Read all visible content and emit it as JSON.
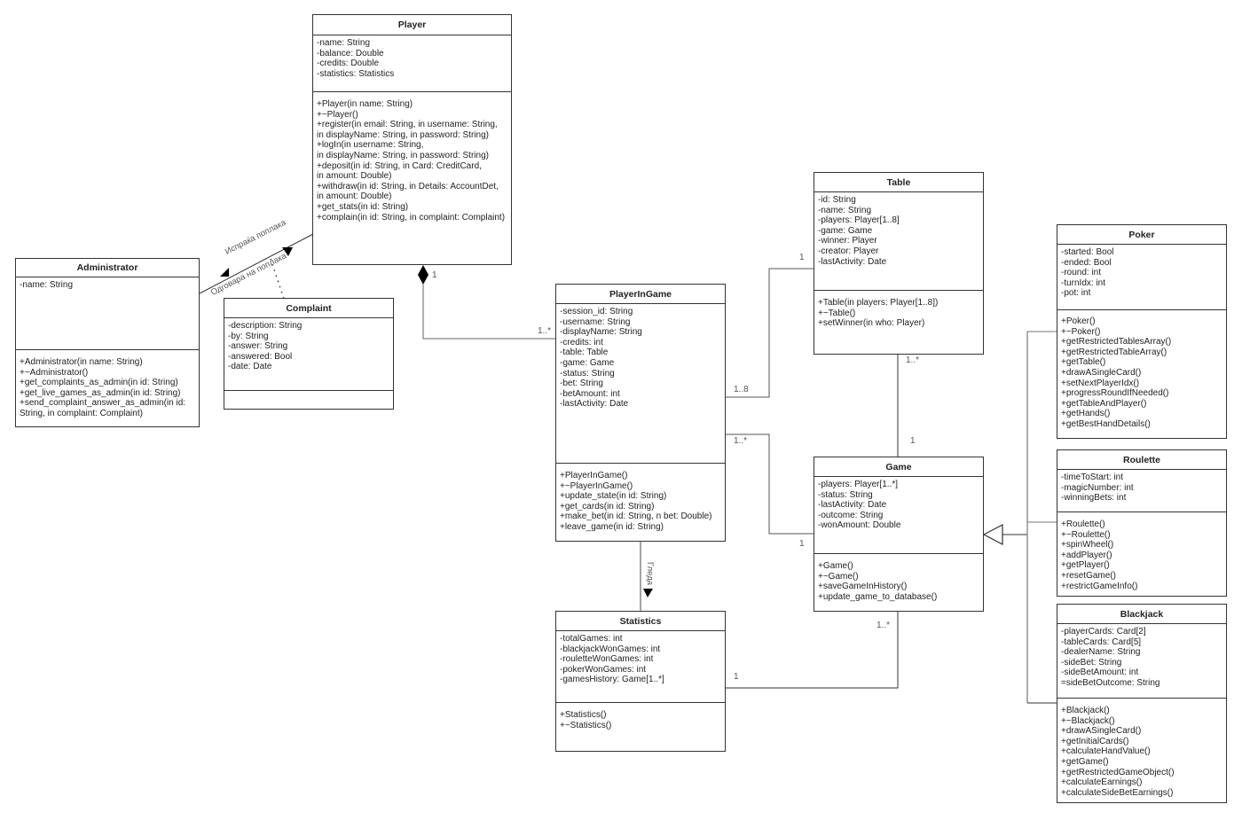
{
  "classes": {
    "player": {
      "name": "Player",
      "attributes": [
        "-name: String",
        "-balance: Double",
        "-credits: Double",
        "-statistics: Statistics"
      ],
      "operations": [
        "+Player(in name: String)",
        "+~Player()",
        "+register(in email: String, in username: String,",
        "in displayName: String, in password: String)",
        "+logIn(in username: String,",
        "in displayName: String, in password: String)",
        "+deposit(in id: String, in Card: CreditCard,",
        "in amount: Double)",
        "+withdraw(in id: String, in Details: AccountDet,",
        "in amount: Double)",
        "+get_stats(in id: String)",
        "+complain(in id: String, in complaint: Complaint)"
      ]
    },
    "administrator": {
      "name": "Administrator",
      "attributes": [
        "-name: String"
      ],
      "operations": [
        "+Administrator(in name: String)",
        "+~Administrator()",
        "+get_complaints_as_admin(in id: String)",
        "+get_live_games_as_admin(in id: String)",
        "+send_complaint_answer_as_admin(in id:",
        "String, in complaint: Complaint)"
      ]
    },
    "complaint": {
      "name": "Complaint",
      "attributes": [
        "-description: String",
        "-by: String",
        "-answer: String",
        "-answered: Bool",
        "-date: Date"
      ],
      "operations": []
    },
    "playeringame": {
      "name": "PlayerInGame",
      "attributes": [
        "-session_id: String",
        "-username: String",
        "-displayName: String",
        "-credits: int",
        "-table: Table",
        "-game: Game",
        "-status: String",
        "-bet: String",
        "-betAmount: int",
        "-lastActivity: Date"
      ],
      "operations": [
        "+PlayerInGame()",
        "+~PlayerInGame()",
        "+update_state(in id: String)",
        "+get_cards(in id: String)",
        "+make_bet(in id: String, n bet: Double)",
        "+leave_game(in id: String)"
      ]
    },
    "statistics": {
      "name": "Statistics",
      "attributes": [
        "-totalGames: int",
        "-blackjackWonGames: int",
        "-rouletteWonGames: int",
        "-pokerWonGames: int",
        "-gamesHistory: Game[1..*]"
      ],
      "operations": [
        "+Statistics()",
        "+~Statistics()"
      ]
    },
    "table": {
      "name": "Table",
      "attributes": [
        "-id: String",
        "-name: String",
        "-players: Player[1..8]",
        "-game: Game",
        "-winner: Player",
        "-creator: Player",
        "-lastActivity: Date"
      ],
      "operations": [
        "+Table(in players: Player[1..8])",
        "+~Table()",
        "+setWinner(in who: Player)"
      ]
    },
    "game": {
      "name": "Game",
      "attributes": [
        "-players: Player[1..*]",
        "-status: String",
        "-lastActivity: Date",
        "-outcome: String",
        "-wonAmount: Double"
      ],
      "operations": [
        "+Game()",
        "+~Game()",
        "+saveGameInHistory()",
        "+update_game_to_database()"
      ]
    },
    "poker": {
      "name": "Poker",
      "attributes": [
        "-started: Bool",
        "-ended: Bool",
        "-round: int",
        "-turnIdx: int",
        "-pot: int"
      ],
      "operations": [
        "+Poker()",
        "+~Poker()",
        "+getRestrictedTablesArray()",
        "+getRestrictedTableArray()",
        "+getTable()",
        "+drawASingleCard()",
        "+setNextPlayerIdx()",
        "+progressRoundIfNeeded()",
        "+getTableAndPlayer()",
        "+getHands()",
        "+getBestHandDetails()"
      ]
    },
    "roulette": {
      "name": "Roulette",
      "attributes": [
        "-timeToStart: int",
        "-magicNumber: int",
        "-winningBets: int"
      ],
      "operations": [
        "+Roulette()",
        "+~Roulette()",
        "+spinWheel()",
        "+addPlayer()",
        "+getPlayer()",
        "+resetGame()",
        "+restrictGameInfo()"
      ]
    },
    "blackjack": {
      "name": "Blackjack",
      "attributes": [
        "-playerCards: Card[2]",
        "-tableCards: Card[5]",
        "-dealerName: String",
        "-sideBet: String",
        "-sideBetAmount: int",
        "=sideBetOutcome: String"
      ],
      "operations": [
        "+Blackjack()",
        "+~Blackjack()",
        "+drawASingleCard()",
        "+getInitialCards()",
        "+calculateHandValue()",
        "+getGame()",
        "+getRestrictedGameObject()",
        "+calculateEarnings()",
        "+calculateSideBetEarnings()"
      ]
    }
  },
  "relations": {
    "admin_player_upper": "Испраќа поплака",
    "admin_player_lower": "Одговара на поплака",
    "player_pig_source": "1",
    "player_pig_target": "1..*",
    "pig_stats_label": "Гледа",
    "pig_table_source": "1..8",
    "pig_table_target": "1",
    "pig_game_source": "1..*",
    "pig_game_target": "1",
    "table_game_source": "1..*",
    "table_game_target": "1",
    "stats_game_source": "1",
    "stats_game_target": "1..*"
  }
}
